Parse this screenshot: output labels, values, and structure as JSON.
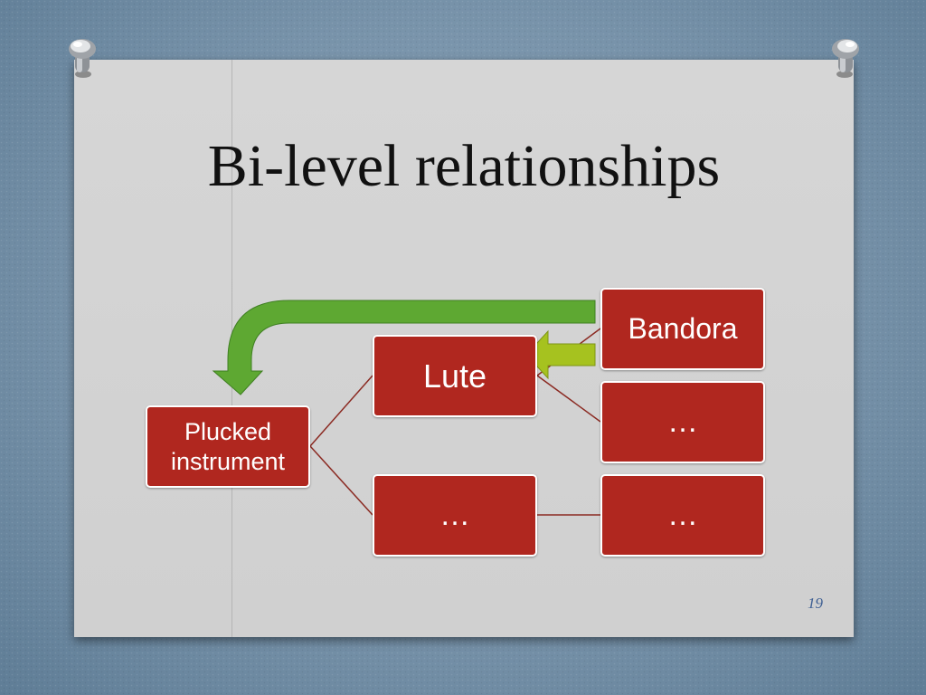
{
  "slide": {
    "title": "Bi-level relationships",
    "slide_number": "19"
  },
  "diagram": {
    "nodes": {
      "plucked_line1": "Plucked",
      "plucked_line2": "instrument",
      "lute": "Lute",
      "mid_ellipsis": "…",
      "bandora": "Bandora",
      "right_ellipsis_1": "…",
      "right_ellipsis_2": "…"
    },
    "arrows": {
      "big_arrow_color": "#5ea832",
      "small_arrow_color": "#a6c21f",
      "connector_color": "#8b2a22"
    },
    "node_color": "#b0271f"
  }
}
